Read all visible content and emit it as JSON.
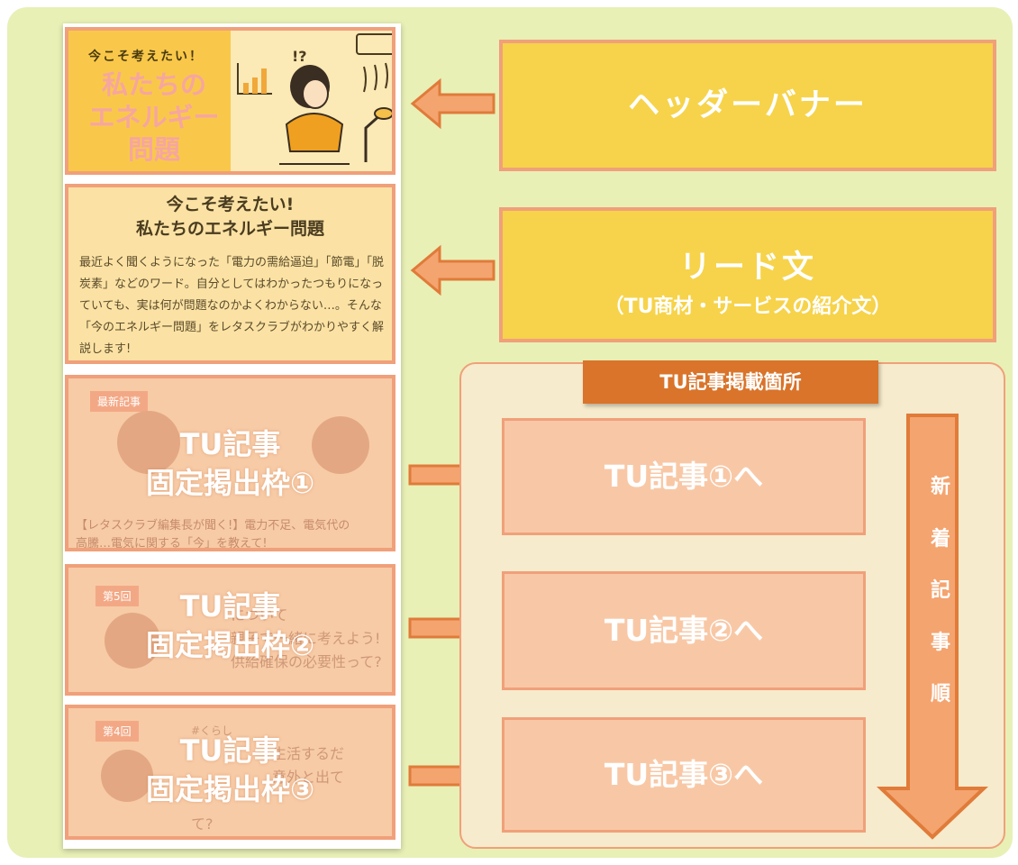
{
  "banner": {
    "small_text": "今こそ考えたい！",
    "title_lines": [
      "私たちの",
      "エネルギー",
      "問題"
    ]
  },
  "lead": {
    "heading_lines": [
      "今こそ考えたい!",
      "私たちのエネルギー問題"
    ],
    "paragraph": "最近よく聞くようになった「電力の需給逼迫」「節電」「脱炭素」などのワード。自分としてはわかったつもりになっていても、実は何が問題なのかよくわからない…。そんな「今のエネルギー問題」をレタスクラブがわかりやすく解説します!"
  },
  "articles": [
    {
      "tag": "最新記事",
      "label_lines": [
        "TU記事",
        "固定掲出枠①"
      ],
      "caption_lines": [
        "【レタスクラブ編集長が聞く!】電力不足、電気代の",
        "高騰…電気に関する「今」を教えて!"
      ]
    },
    {
      "tag": "第5回",
      "label_lines": [
        "TU記事",
        "固定掲出枠②"
      ],
      "ghost_lines": [
        "について",
        "親子で一緒に考えよう!",
        "",
        "供給確保の必要性って?"
      ]
    },
    {
      "tag": "第4回",
      "label_lines": [
        "TU記事",
        "固定掲出枠③"
      ],
      "ghost_lines": [
        "#くらし",
        "生活するだ",
        "意外と出て",
        "て?"
      ]
    }
  ],
  "right": {
    "header_banner_label": "ヘッダーバナー",
    "lead_label": "リード文",
    "lead_sub": "（TU商材・サービスの紹介文）",
    "tu_area_badge": "TU記事掲載箇所",
    "links": [
      "TU記事①へ",
      "TU記事②へ",
      "TU記事③へ"
    ],
    "order_chars": [
      "新",
      "着",
      "記",
      "事",
      "順"
    ]
  },
  "colors": {
    "background": "#e8f0b6",
    "yellow": "#f6d34a",
    "salmon": "#f0a07a",
    "badge": "#d9742a",
    "arrow_fill": "#f4a46f",
    "arrow_stroke": "#e07b3a"
  }
}
